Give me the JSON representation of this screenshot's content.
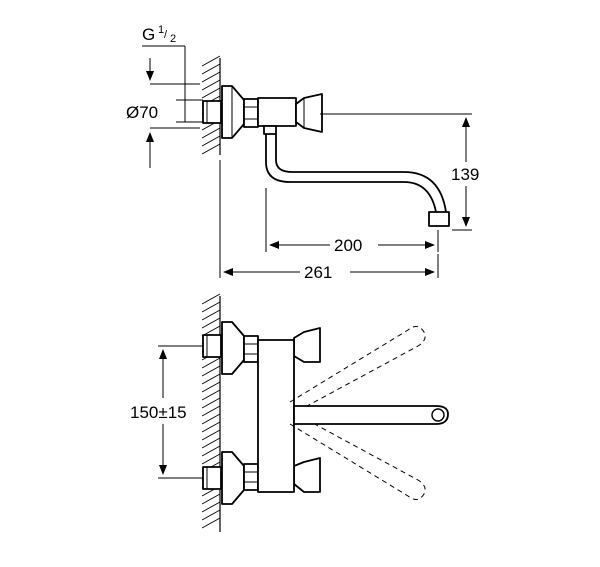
{
  "dimensions": {
    "thread": {
      "main": "G",
      "fraction_num": "1",
      "fraction_den": "2"
    },
    "diameter": "Ø70",
    "height": "139",
    "spout_reach": "200",
    "total_reach": "261",
    "center_distance": "150±15"
  }
}
